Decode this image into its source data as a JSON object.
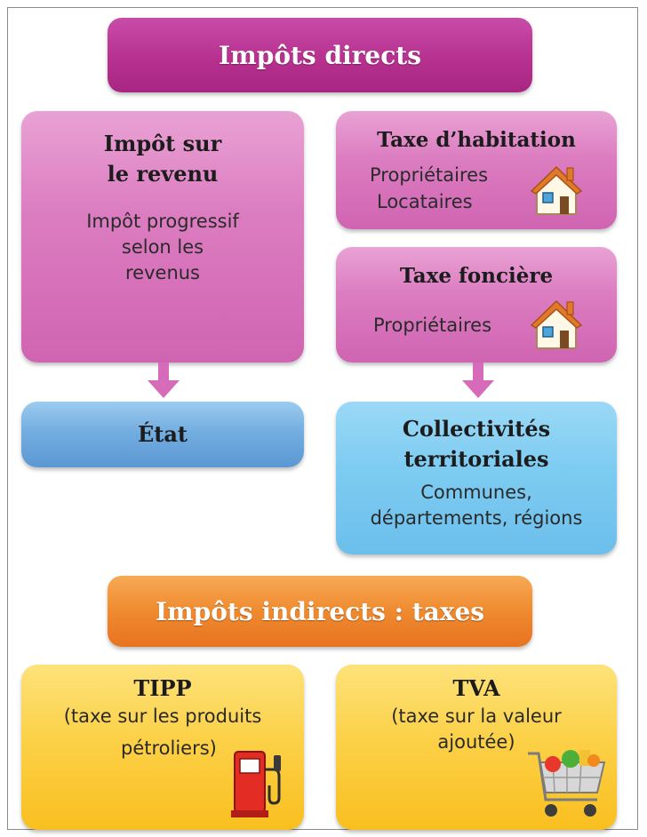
{
  "direct": {
    "banner": "Impôts directs",
    "income_tax": {
      "title_line1": "Impôt sur",
      "title_line2": "le revenu",
      "desc_line1": "Impôt progressif",
      "desc_line2": "selon les",
      "desc_line3": "revenus"
    },
    "housing_tax": {
      "title": "Taxe d’habitation",
      "line1": "Propriétaires",
      "line2": "Locataires",
      "icon": "house-icon"
    },
    "property_tax": {
      "title": "Taxe foncière",
      "line1": "Propriétaires",
      "icon": "house-icon"
    },
    "state": {
      "label": "État"
    },
    "local": {
      "title_line1": "Collectivités",
      "title_line2": "territoriales",
      "line1": "Communes,",
      "line2": "départements, régions"
    }
  },
  "indirect": {
    "banner": "Impôts indirects : taxes",
    "tipp": {
      "title": "TIPP",
      "line1": "(taxe sur les produits",
      "line2": "pétroliers)",
      "icon": "fuel-pump-icon"
    },
    "tva": {
      "title": "TVA",
      "line1": "(taxe sur la valeur",
      "line2": "ajoutée)",
      "icon": "shopping-cart-icon"
    }
  },
  "colors": {
    "direct_accent": "#b7318f",
    "indirect_accent": "#ef8a2f",
    "state_blue": "#73aee0",
    "local_blue": "#7dcbf1",
    "indirect_yellow": "#fcd148",
    "arrow": "#d66bb9"
  }
}
